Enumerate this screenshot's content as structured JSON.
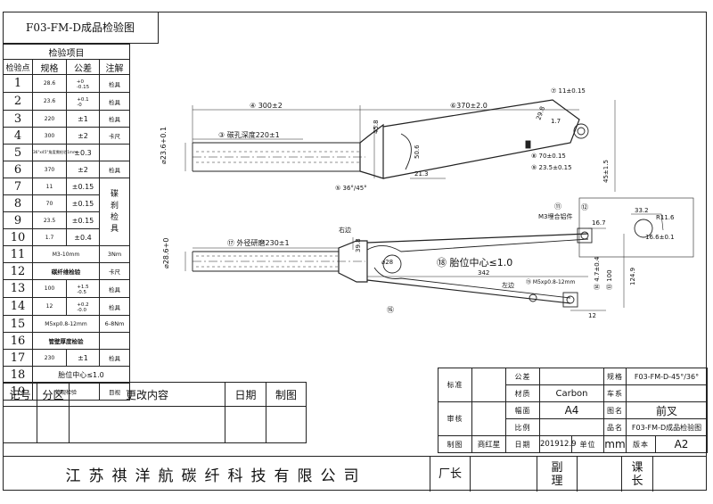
{
  "drawing_title": "F03-FM-D成品检验图",
  "inspection_table": {
    "section_header": "检验项目",
    "columns": [
      "检验点",
      "规格",
      "公差",
      "注解"
    ],
    "rows": [
      {
        "no": "1",
        "spec": "28.6",
        "tol_upper": "+0",
        "tol_lower": "-0.15",
        "tool": "检具"
      },
      {
        "no": "2",
        "spec": "23.6",
        "tol_upper": "+0.1",
        "tol_lower": "-0",
        "tool": "检具"
      },
      {
        "no": "3",
        "spec": "220",
        "tol": "±1",
        "tool": "检具"
      },
      {
        "no": "4",
        "spec": "300",
        "tol": "±2",
        "tool": "卡尺"
      },
      {
        "no": "5",
        "spec": "36°x45°角度需检验1mm",
        "tol": "±0.3",
        "tool": ""
      },
      {
        "no": "6",
        "spec": "370",
        "tol": "±2",
        "tool": "检具"
      },
      {
        "no": "7",
        "spec": "11",
        "tol": "±0.15",
        "tool": ""
      },
      {
        "no": "8",
        "spec": "70",
        "tol": "±0.15",
        "tool": ""
      },
      {
        "no": "9",
        "spec": "23.5",
        "tol": "±0.15",
        "tool": ""
      },
      {
        "no": "10",
        "spec": "1.7",
        "tol": "±0.4",
        "tool": ""
      },
      {
        "no": "11",
        "spec": "M3-10mm",
        "tol": "",
        "tool": "3Nm"
      },
      {
        "no": "12",
        "spec": "碳纤维检验",
        "tol": "",
        "tool": "卡尺"
      },
      {
        "no": "13",
        "spec": "100",
        "tol_upper": "+1.5",
        "tol_lower": "-0.5",
        "tool": "检具"
      },
      {
        "no": "14",
        "spec": "12",
        "tol_upper": "+0.2",
        "tol_lower": "-0.0",
        "tool": "检具"
      },
      {
        "no": "15",
        "spec": "M5xp0.8-12mm",
        "tol": "",
        "tool": "6-8Nm"
      },
      {
        "no": "16",
        "spec": "管壁厚度检验",
        "tol": "",
        "tool": ""
      },
      {
        "no": "17",
        "spec": "230",
        "tol": "±1",
        "tool": "检具"
      },
      {
        "no": "18",
        "spec": "胎位中心≤1.0",
        "tol": "",
        "tool": ""
      },
      {
        "no": "19",
        "spec": "外观检验",
        "tol": "",
        "tool": "目视"
      }
    ],
    "merged_tool_7_10": "碟刹检具"
  },
  "revision_table": {
    "headers": [
      "记号",
      "分区",
      "更改内容",
      "日期",
      "制图"
    ]
  },
  "title_block": {
    "rows": [
      [
        "标准",
        "",
        "公差",
        "",
        "规格",
        "F03-FM-D-45°/36°"
      ],
      [
        "",
        "",
        "材质",
        "Carbon",
        "车系",
        ""
      ],
      [
        "审核",
        "",
        "幅面",
        "A4",
        "图名",
        "前叉"
      ],
      [
        "",
        "",
        "比例",
        "",
        "品名",
        "F03-FM-D成品检验图"
      ],
      [
        "制图",
        "商红星",
        "日期",
        "201912.9",
        "单位",
        "mm",
        "版本",
        "A2"
      ]
    ]
  },
  "footer": {
    "company": "江苏祺洋航碳纤科技有限公司",
    "plant_manager": "厂长",
    "deputy_manager": "副理",
    "section_chief": "课长"
  },
  "drawing_labels": {
    "top": {
      "d2": "⌀23.6+0.1",
      "d4": "④ 300±2",
      "d3": "③ 碳孔深度220±1",
      "d6": "⑥370±2.0",
      "d7": "⑦ 11±0.15",
      "d8": "⑧ 70±0.15",
      "d9": "⑨ 23.5±0.15",
      "v458": "45.8",
      "v506": "50.6",
      "v213": "21.3",
      "v298": "29.8",
      "v17": "1.7",
      "v451": "45±1.5",
      "angle": "⑤ 36°/45°"
    },
    "bottom": {
      "d1": "⌀28.6+0",
      "d17": "⑰ 外径研磨230±1",
      "v398": "39.8",
      "d28": "⌀28",
      "d18": "⑱ 胎位中心≤1.0",
      "v342": "342",
      "right": "右边",
      "left": "左边",
      "d15": "⑮ M5xp0.8-12mm",
      "d11": "⑪",
      "m3": "M3埋合铝件",
      "d12": "⑫",
      "v167": "16.7",
      "v332": "33.2",
      "r116": "R11.6",
      "v166": "16.6±0.1",
      "v1249": "124.9",
      "v47": "⑭ 4.7±0.4",
      "v100": "⑬ 100",
      "v12": "12",
      "d16": "⑯"
    }
  }
}
